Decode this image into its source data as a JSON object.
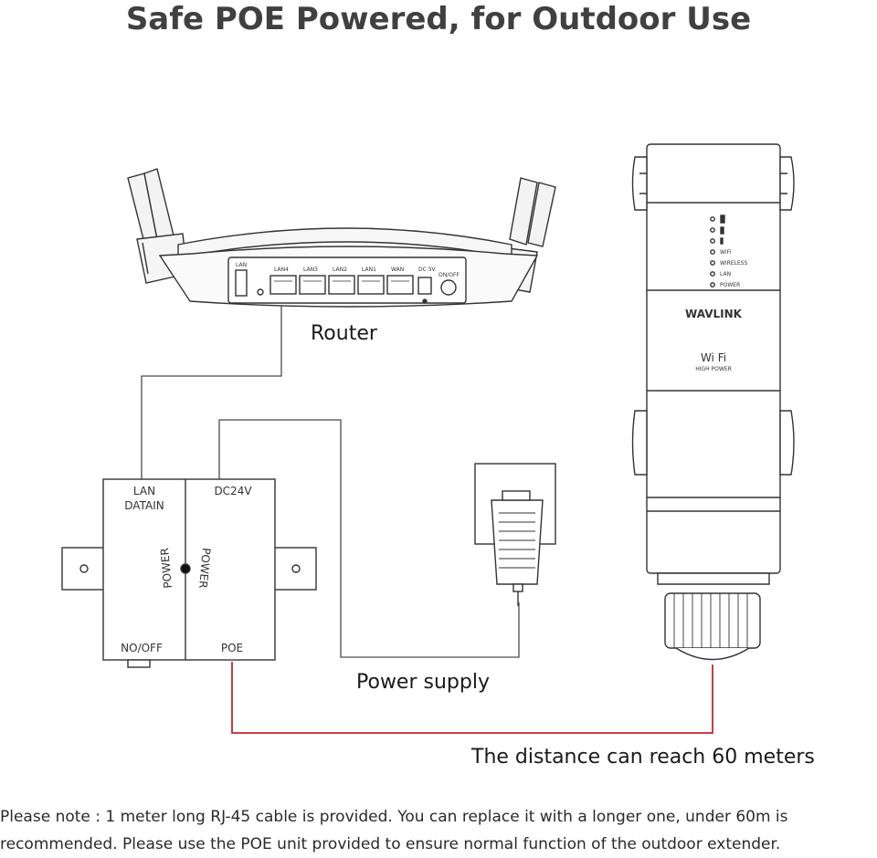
{
  "title": "Safe POE Powered, for Outdoor Use",
  "labels": {
    "router": "Router",
    "power_supply": "Power supply",
    "distance": "The distance can reach 60 meters"
  },
  "router_ports": {
    "lan_side": "LAN",
    "ports": [
      "LAN4",
      "LAN3",
      "LAN2",
      "LAN1"
    ],
    "wan": "WAN",
    "dc": "DC 5V",
    "onoff": "ON/OFF"
  },
  "poe_unit": {
    "left_top": "LAN",
    "left_top2": "DATAIN",
    "right_top": "DC24V",
    "power_left": "POWER",
    "power_right": "POWER",
    "left_bottom": "NO/OFF",
    "right_bottom": "POE"
  },
  "extender": {
    "brand": "WAVLINK",
    "wifi": "Wi Fi",
    "wifi_sub": "HIGH POWER",
    "leds": [
      "WiFi",
      "WIRELESS",
      "LAN",
      "POWER"
    ]
  },
  "colors": {
    "line": "#4a4a4a",
    "poe_cable": "#c0282d"
  },
  "note": {
    "line1": "Please note : 1 meter long RJ-45 cable is provided. You can replace it with a longer one, under 60m is",
    "line2": "recommended. Please use the POE unit provided to ensure normal function of the outdoor extender."
  }
}
